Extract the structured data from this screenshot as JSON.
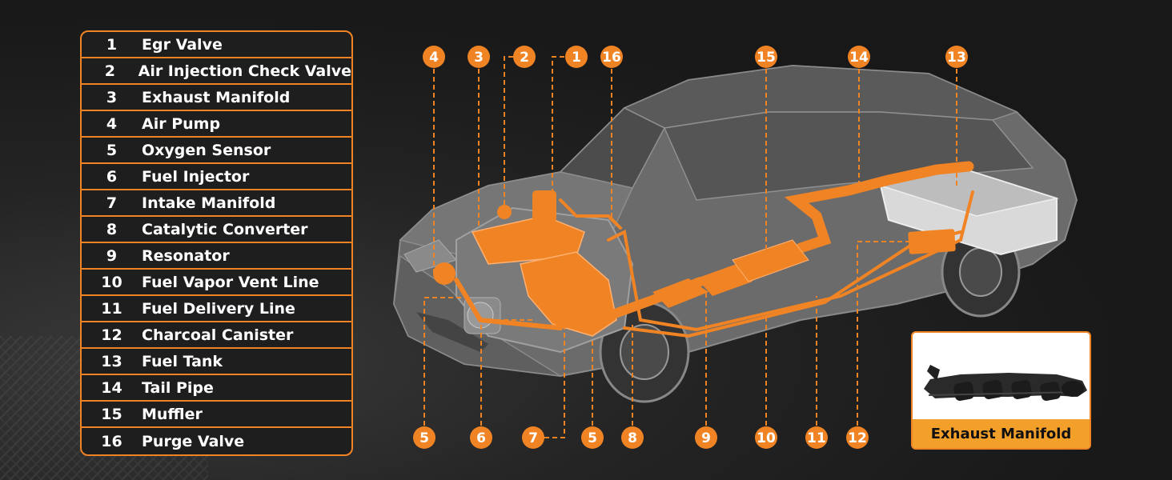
{
  "legend": {
    "items": [
      {
        "num": "1",
        "name": "Egr Valve"
      },
      {
        "num": "2",
        "name": "Air Injection Check Valve"
      },
      {
        "num": "3",
        "name": "Exhaust Manifold"
      },
      {
        "num": "4",
        "name": "Air Pump"
      },
      {
        "num": "5",
        "name": "Oxygen Sensor"
      },
      {
        "num": "6",
        "name": "Fuel Injector"
      },
      {
        "num": "7",
        "name": "Intake Manifold"
      },
      {
        "num": "8",
        "name": "Catalytic Converter"
      },
      {
        "num": "9",
        "name": "Resonator"
      },
      {
        "num": "10",
        "name": "Fuel Vapor Vent Line"
      },
      {
        "num": "11",
        "name": "Fuel Delivery Line"
      },
      {
        "num": "12",
        "name": "Charcoal Canister"
      },
      {
        "num": "13",
        "name": "Fuel Tank"
      },
      {
        "num": "14",
        "name": "Tail Pipe"
      },
      {
        "num": "15",
        "name": "Muffler"
      },
      {
        "num": "16",
        "name": "Purge Valve"
      }
    ]
  },
  "callouts": {
    "top": [
      "4",
      "3",
      "2",
      "1",
      "16",
      "15",
      "14",
      "13"
    ],
    "bottom": [
      "5",
      "6",
      "7",
      "5",
      "8",
      "9",
      "10",
      "11",
      "12"
    ]
  },
  "inset": {
    "caption": "Exhaust Manifold"
  },
  "colors": {
    "accent": "#f08424",
    "background": "#1b1b1b",
    "car_body": "#6e6e6e",
    "caption_bg": "#f3a02a"
  }
}
